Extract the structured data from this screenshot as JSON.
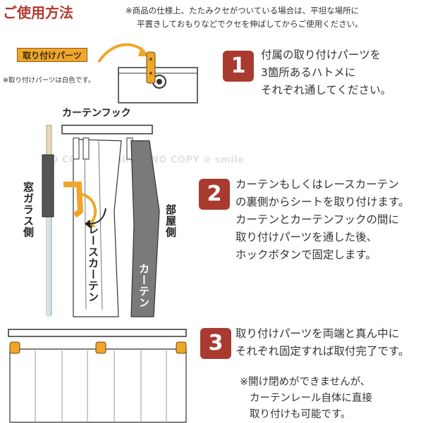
{
  "header": {
    "title": "ご使用方法",
    "note_lines": [
      "※商品の仕様上、たたみクセがついている場合は、平坦な場所に",
      "平置きしておもりなどでクセを伸ばしてからご使用ください。"
    ]
  },
  "parts": {
    "label": "取り付けパーツ",
    "note": "※取り付けパーツは白色です。"
  },
  "steps": [
    {
      "number": "1",
      "lines": [
        "付属の取り付けパーツを",
        "3箇所あるハトメに",
        "それぞれ通してください。"
      ]
    },
    {
      "number": "2",
      "lines": [
        "カーテンもしくはレースカーテン",
        "の裏側からシートを取り付けます。",
        "カーテンとカーテンフックの間に",
        "取り付けパーツを通した後、",
        "ホックボタンで固定します。"
      ]
    },
    {
      "number": "3",
      "lines": [
        "取り付けパーツを両端と真ん中に",
        "それぞれ固定すれば取付完了です。"
      ]
    }
  ],
  "step3_note": [
    "※開け閉めができませんが、",
    "カーテンレール自体に直接",
    "取り付けも可能です。"
  ],
  "diagram": {
    "hook_label": "カーテンフック",
    "window_label": "窓ガラス側",
    "lace_label": "レースカーテン",
    "room_label": "部屋側",
    "curtain_label": "カーテン"
  },
  "watermark": "NO COPY ⊘ smile ⊘ NO COPY ⊘ smile",
  "colors": {
    "accent": "#a83a30",
    "parts": "#f0a62a",
    "curtain_gray": "#7a7a7a"
  }
}
